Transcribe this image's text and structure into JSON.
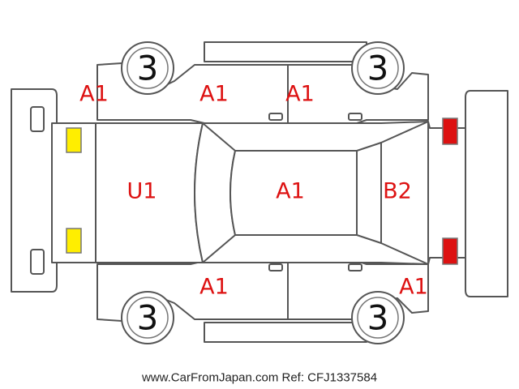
{
  "wheels": [
    {
      "id": "front-left",
      "value": "3"
    },
    {
      "id": "front-right",
      "value": "3"
    },
    {
      "id": "rear-left",
      "value": "3"
    },
    {
      "id": "rear-right",
      "value": "3"
    }
  ],
  "damage_codes": {
    "left_front_fender": "A1",
    "left_front_door": "A1",
    "left_rear_door": "A1",
    "hood": "U1",
    "roof": "A1",
    "trunk": "B2",
    "right_front_door": "A1",
    "right_rear_fender": "A1"
  },
  "colors": {
    "code_text": "#dd1111",
    "front_lights": "#ffee00",
    "rear_lights": "#dd1111",
    "outline": "#555555"
  },
  "footer": {
    "watermark": "www.CarFromJapan.com Ref: CFJ1337584"
  }
}
